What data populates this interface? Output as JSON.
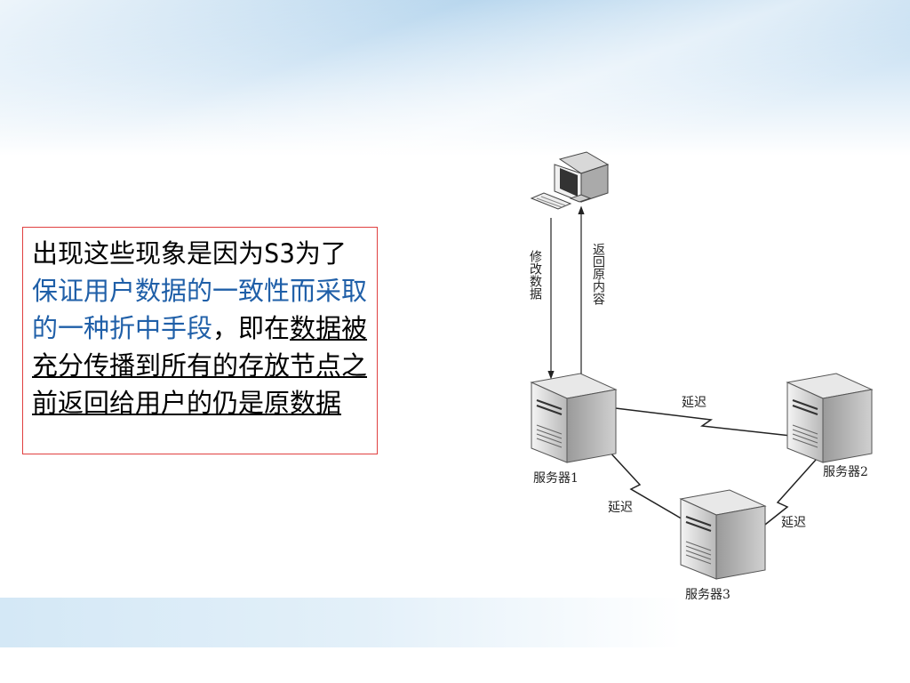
{
  "slide": {
    "text_part1": "出现这些现象是因为S3为了",
    "text_part2_blue": "保证用户数据的一致性而采取的一种折中手段",
    "text_part3": "，即在",
    "text_part4_underline": "数据被充分传播到所有的存放节点之前返回给用户的仍是原数据"
  },
  "diagram": {
    "client_labels": {
      "modify": "修改数据",
      "return": "返回原内容"
    },
    "servers": {
      "s1": "服务器1",
      "s2": "服务器2",
      "s3": "服务器3"
    },
    "delay_label": "延迟"
  },
  "colors": {
    "accent_blue": "#1f5fa8",
    "box_border": "#e04040"
  }
}
